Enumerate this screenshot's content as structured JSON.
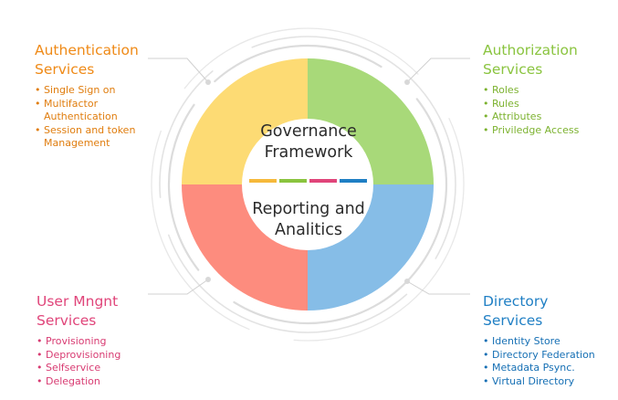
{
  "center": {
    "title": "Governance\nFramework",
    "subtitle": "Reporting and\nAnalitics"
  },
  "quadrants": {
    "authentication": {
      "title": "Authentication\nServices",
      "color": "#fddb74",
      "text_color": "#ef8a17",
      "items": [
        "Single Sign on",
        "Multifactor\nAuthentication",
        "Session and token\nManagement"
      ]
    },
    "authorization": {
      "title": "Authorization\nServices",
      "color": "#a8d979",
      "text_color": "#8ac43f",
      "items": [
        "Roles",
        "Rules",
        "Attributes",
        "Priviledge Access"
      ]
    },
    "user_management": {
      "title": "User Mngnt\nServices",
      "color": "#fd8c7e",
      "text_color": "#e0457a",
      "items": [
        "Provisioning",
        "Deprovisioning",
        "Selfservice",
        "Delegation"
      ]
    },
    "directory": {
      "title": "Directory\nServices",
      "color": "#86bde7",
      "text_color": "#1f7fc4",
      "items": [
        "Identity Store",
        "Directory Federation",
        "Metadata Psync.",
        "Virtual Directory"
      ]
    }
  },
  "colorbar": [
    "#f6b93b",
    "#8ac43f",
    "#e0457a",
    "#1f7fc4"
  ]
}
